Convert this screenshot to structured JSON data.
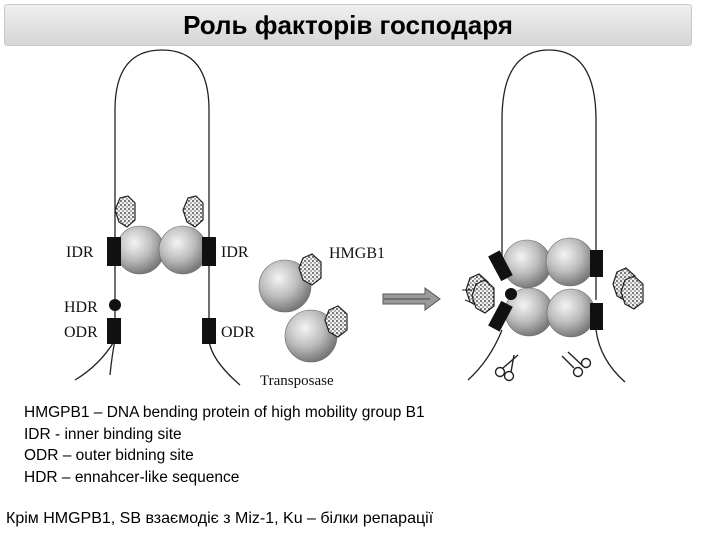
{
  "slide": {
    "title": "Роль факторів господаря"
  },
  "diagram": {
    "labels": {
      "idr_left": "IDR",
      "idr_right": "IDR",
      "hdr": "HDR",
      "odr_left": "ODR",
      "odr_right": "ODR",
      "hmgb1": "HMGB1",
      "transposase": "Transposase"
    }
  },
  "legend": [
    "HMGPB1 – DNA bending protein of high mobility group B1",
    "IDR -  inner binding site",
    "ODR – outer bidning site",
    "HDR – ennahcer-like sequence"
  ],
  "footnote": "Крім HMGPB1, SB взаємодіє з Miz-1, Ku – білки репарації"
}
